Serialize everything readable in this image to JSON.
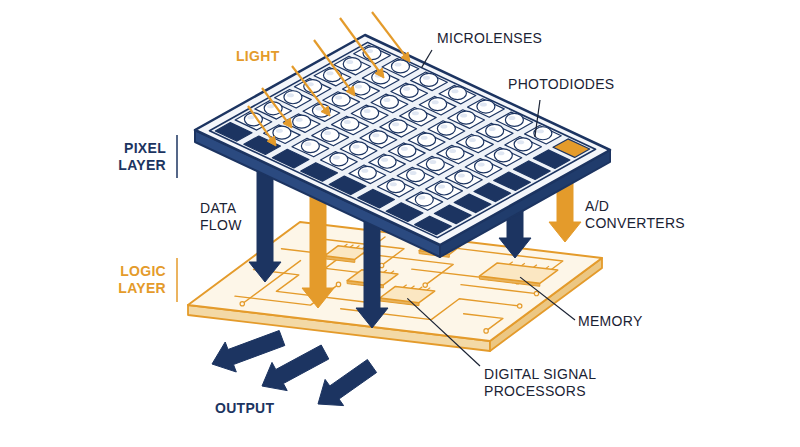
{
  "diagram": {
    "labels": [
      "LIGHT",
      "MICROLENSES",
      "PHOTODIODES",
      "PIXEL LAYER",
      "DATA FLOW",
      "A/D CONVERTERS",
      "LOGIC LAYER",
      "MEMORY",
      "DIGITAL SIGNAL PROCESSORS",
      "OUTPUT"
    ]
  }
}
